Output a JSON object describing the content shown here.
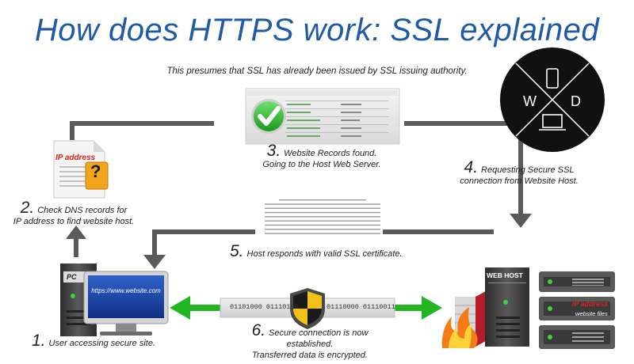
{
  "title": "How does HTTPS work: SSL explained",
  "subtitle": "This presumes that SSL has already been issued by SSL issuing authority.",
  "logo": {
    "letters": [
      "W",
      "D"
    ]
  },
  "steps": {
    "s1": {
      "num": "1.",
      "text": "User accessing secure site."
    },
    "s2": {
      "num": "2.",
      "line1": "Check DNS records for",
      "line2": "IP address to find website host."
    },
    "s3": {
      "num": "3.",
      "line1": "Website Records found.",
      "line2": "Going to the  Host Web Server."
    },
    "s4": {
      "num": "4.",
      "line1": "Requesting Secure SSL",
      "line2": "connection from Website Host."
    },
    "s5": {
      "num": "5.",
      "text": "Host responds with valid SSL certificate."
    },
    "s6": {
      "num": "6.",
      "line1": "Secure connection is now established.",
      "line2": "Transferred data is encrypted."
    }
  },
  "ip_doc": {
    "label": "IP address",
    "symbol": "?"
  },
  "pc": {
    "label": "PC",
    "url": "https://www.website.com"
  },
  "webhost": {
    "label": "WEB HOST",
    "ip_label": "IP address",
    "files_label": "website files"
  },
  "binary": {
    "left": "01101000 01110100",
    "right": "01110000 01110011"
  },
  "icons": {
    "check": "green-check-icon",
    "shield": "security-shield-icon",
    "fire": "firewall-icon",
    "document": "document-icon"
  },
  "colors": {
    "title": "#1f5aa6",
    "arrow_gray": "#5a5a5a",
    "arrow_green": "#22b722",
    "server_dark": "#3c3c3c",
    "ip_red": "#d9231d"
  }
}
